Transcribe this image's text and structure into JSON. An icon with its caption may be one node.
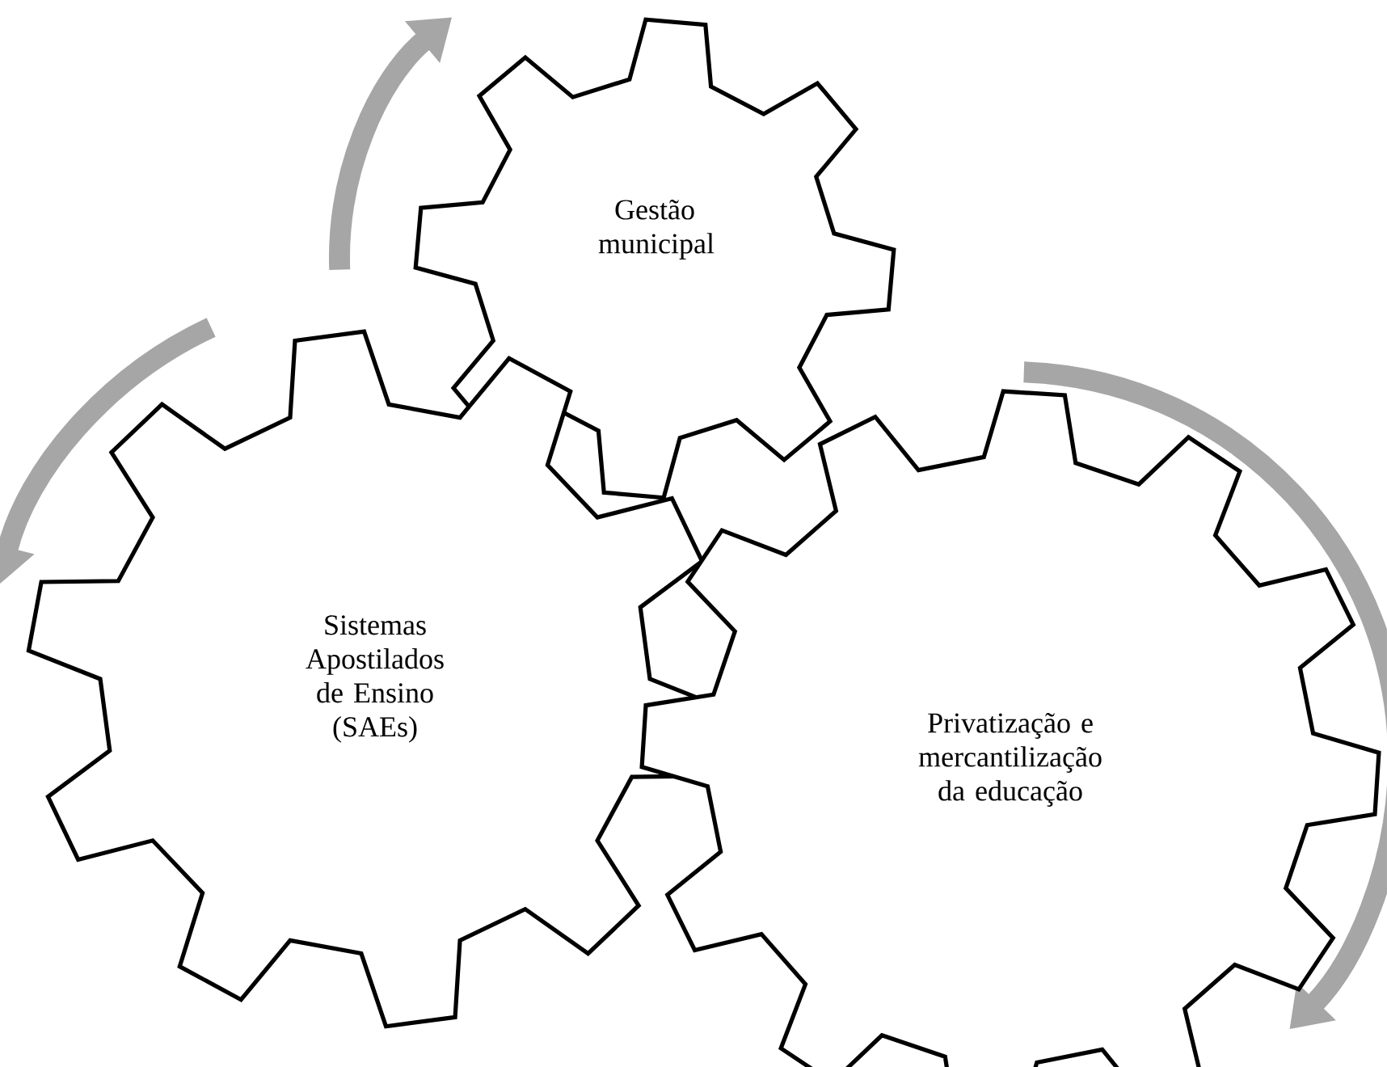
{
  "diagram": {
    "nodes": [
      {
        "text": [
          "Gestão municipal"
        ]
      },
      {
        "text": [
          "Sistemas Apostilados de Ensino (SAEs)"
        ]
      },
      {
        "text": [
          "Privatização e mercantilização da educação"
        ]
      }
    ]
  }
}
